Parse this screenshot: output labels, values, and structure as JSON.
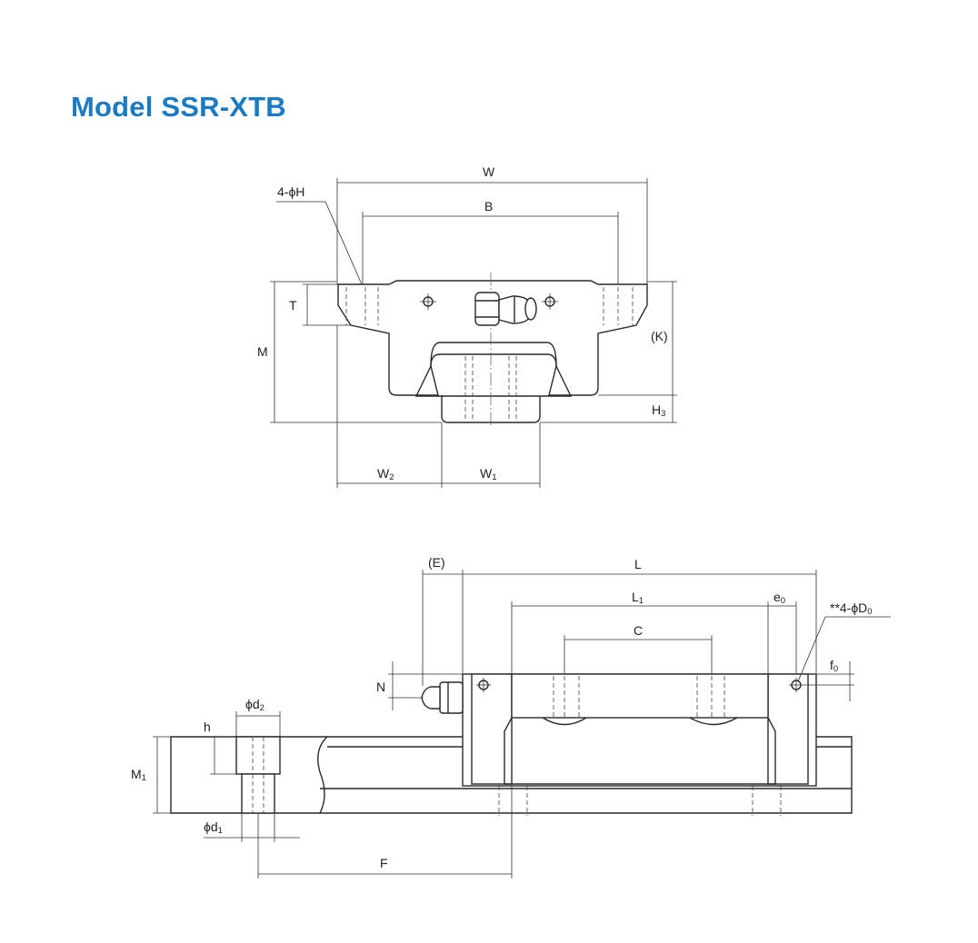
{
  "title": {
    "text": "Model SSR-XTB",
    "color": "#1a7bc4"
  },
  "labels": {
    "W": {
      "main": "W",
      "sub": ""
    },
    "B": {
      "main": "B",
      "sub": ""
    },
    "H_holes": {
      "main": "4-ϕH",
      "sub": ""
    },
    "T": {
      "main": "T",
      "sub": ""
    },
    "M": {
      "main": "M",
      "sub": ""
    },
    "K": {
      "main": "(K)",
      "sub": ""
    },
    "H3": {
      "main": "H",
      "sub": "3"
    },
    "W2": {
      "main": "W",
      "sub": "2"
    },
    "W1": {
      "main": "W",
      "sub": "1"
    },
    "E": {
      "main": "(E)",
      "sub": ""
    },
    "L": {
      "main": "L",
      "sub": ""
    },
    "L1": {
      "main": "L",
      "sub": "1"
    },
    "e0": {
      "main": "e",
      "sub": "0"
    },
    "D0": {
      "main": "**4-ϕD",
      "sub": "0"
    },
    "C": {
      "main": "C",
      "sub": ""
    },
    "N": {
      "main": "N",
      "sub": ""
    },
    "f0": {
      "main": "f",
      "sub": "0"
    },
    "d2": {
      "main": "ϕd",
      "sub": "2"
    },
    "h": {
      "main": "h",
      "sub": ""
    },
    "M1": {
      "main": "M",
      "sub": "1"
    },
    "d1": {
      "main": "ϕd",
      "sub": "1"
    },
    "F": {
      "main": "F",
      "sub": ""
    }
  }
}
